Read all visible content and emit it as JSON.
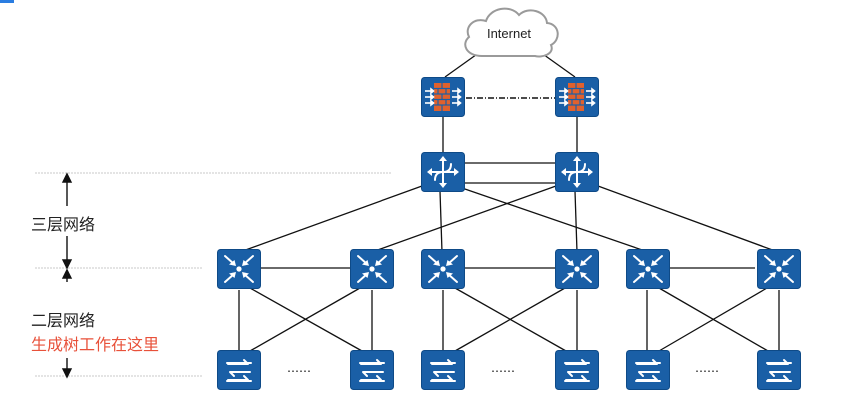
{
  "internet": {
    "label": "Internet"
  },
  "layers": {
    "layer3_label": "三层网络",
    "layer2_label": "二层网络",
    "stp_note": "生成树工作在这里"
  },
  "ellipsis": "……",
  "colors": {
    "device": "#1a5fa6",
    "device_border": "#0e4a87",
    "firewall_brick": "#e0612d",
    "stp_note": "#e8513a",
    "accent": "#2a7de1"
  },
  "devices": {
    "firewalls": [
      "firewall-left",
      "firewall-right"
    ],
    "core_routers": [
      "core-router-left",
      "core-router-right"
    ],
    "aggregation_switches": [
      "agg-switch-1",
      "agg-switch-2",
      "agg-switch-3",
      "agg-switch-4",
      "agg-switch-5",
      "agg-switch-6"
    ],
    "access_switches": [
      "access-switch-1",
      "access-switch-2",
      "access-switch-3",
      "access-switch-4",
      "access-switch-5",
      "access-switch-6"
    ]
  }
}
